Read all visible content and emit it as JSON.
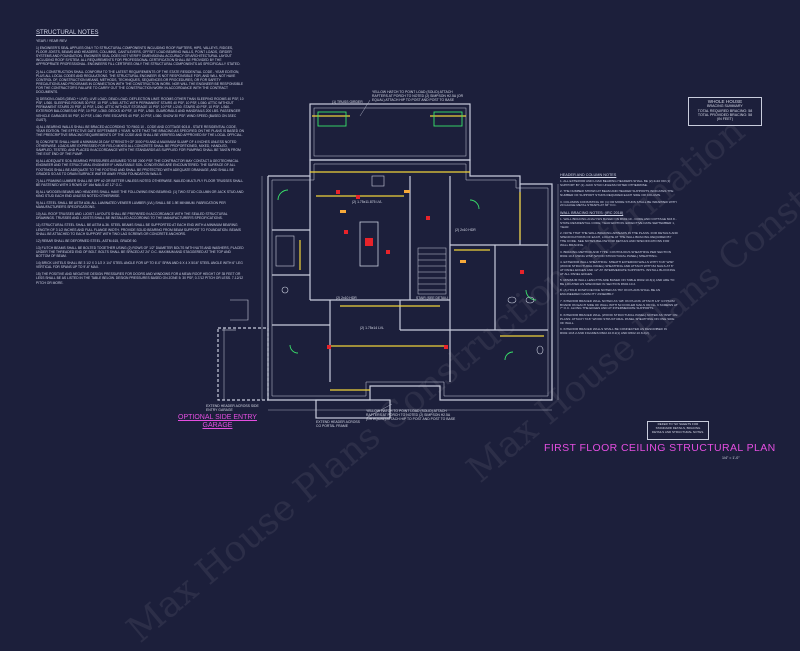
{
  "notes": {
    "title": "STRUCTURAL NOTES",
    "subtitle": "YEAR / YEAR REV",
    "paragraphs": [
      "1) ENGINEER'S SEAL APPLIES ONLY TO STRUCTURAL COMPONENTS INCLUDING ROOF RAFTERS, HIPS, VALLEYS, RIDGES, FLOOR JOISTS, BEAMS AND HEADERS, COLUMNS, CANTILEVERS, OFFSET LOAD BEARING WALLS, POINT LOADS, GIRDER SYSTEMS AND FOUNDATION. ENGINEER SEAL DOES NOT VERIFY DIMENSIONAL ACCURACY OR ARCHITECTURAL LAYOUT INCLUDING ROOF SYSTEM. ALL REQUIREMENTS FOR PROFESSIONAL CERTIFICATION SHALL BE PROVIDED BY THE APPROPRIATE PROFESSIONAL. ENGINEERS FILL CERTIFIES ONLY THE STRUCTURAL COMPONENTS AS SPECIFICALLY STATED.",
      "2) ALL CONSTRUCTION SHALL CONFORM TO THE LATEST REQUIREMENTS OF THE STATE RESIDENTIAL CODE - YEAR EDITION, PLUS ALL LOCAL CODES AND REGULATIONS. THE STRUCTURAL ENGINEER IS NOT RESPONSIBLE FOR, AND WILL NOT HAVE CONTROL OF, CONSTRUCTION MEANS, METHODS, TECHNIQUES, SEQUENCES OR PROCEDURES, OR FOR SAFETY PRECAUTIONS AND PROGRAMS IN CONNECTION WITH THE CONSTRUCTION WORK. NOR WILL THE ENGINEER BE RESPONSIBLE FOR THE CONTRACTOR'S FAILURE TO CARRY OUT THE CONSTRUCTION WORK IN ACCORDANCE WITH THE CONTRACT DOCUMENTS.",
      "3) DESIGN LOADS (DEAD + LIVE): LIVE LOAD, DEAD LOAD, DEFLECTION LIMIT. ROOMS OTHER THAN SLEEPING ROOMS 40 PSF, 10 PSF, L/360. SLEEPING ROOMS 30 PSF, 10 PSF, L/360. ATTIC WITH PERMANENT STAIRS 40 PSF, 10 PSF, L/360. ATTIC WITHOUT PERMANENT STAIRS 20 PSF, 10 PSF, L/240. ATTIC WITHOUT STORAGE 10 PSF, 10 PSF, L/240. STAIRS 40 PSF, 10 PSF, L/360. EXTERIOR BALCONIES 60 PSF, 10 PSF, L/360. DECKS 40 PSF, 10 PSF, L/360. GUARDRAILS AND HANDRAILS 200 LBS. PASSENGER VEHICLE GARAGES 50 PSF, 10 PSF, L/360. FIRE ESCAPES 40 PSF, 10 PSF, L/360. SNOW 30 PSF. WIND SPEED (BASED ON 3SEC GUST).",
      "4) ALL BEARING WALLS SHALL BE BRACED ACCORDING TO R602.10 - CODE AND COTTAGE 603.8 - STATE RESIDENTIAL CODE, YEAR EDITION. THE EFFECTIVE DATE SEPTEMBER 1 YEAR. NOTE THAT THE BRACING AS SPECIFIED ON THE PLANS IS BASED ON THE PRESCRIPTIVE BRACING REQUIREMENTS OF THE CODE AND SHALL BE VERIFIED AND APPROVED BY THE LOCAL OFFICIAL.",
      "5) CONCRETE SHALL HAVE A MINIMUM 28 DAY STRENGTH OF 3000 PSI AND A MAXIMUM SLUMP OF 4 INCHES UNLESS NOTED OTHERWISE. LOADS ARE EXPRESSED FOR FIELD MIXED ALL CONCRETE SHALL BE PROPORTIONED, MIXED, HANDLED, SAMPLED, TESTED, AND PLACED IN ACCORDANCE WITH THE STANDARDS AS SUPPLIED FOR PUMPING SHALL BE TAKEN FROM THE EXIT END OF THE PUMP.",
      "6) ALL ADEQUATE SOIL BEARING PRESSURES ASSUMED TO BE 2000 PSF. THE CONTRACTOR MAY CONTACT A GEOTECHNICAL ENGINEER AND THE STRUCTURAL ENGINEER IF UNSUITABLE SOIL CONDITIONS ARE ENCOUNTERED. THE SURFACE OF ALL FOOTINGS SHALL BE ADEQUATE TO THE FOOTING AND SHALL BE PROTECTED WITH ADEQUATE DRAINAGE, AND SHALL BE GRADED SO AS TO DRAIN SURFACE WATER AWAY FROM FOUNDATION WALLS.",
      "7) ALL FRAMING LUMBER SHALL BE SPF #2 OR BETTER UNLESS NOTED OTHERWISE. NAILED MULTI-PLY FLOOR TRUSSES SHALL BE FASTENED WITH 3 ROWS OF 16d NAILS AT 12\" O.C.",
      "8) ALL WOODEN BEAMS AND HEADERS SHALL HAVE THE FOLLOWING END BEARING: (1) TWO STUD COLUMN OR JACK STUD AND KING STUD EACH END UNLESS NOTED OTHERWISE.",
      "9) ALL STEEL SHALL BE ASTM A36. ALL LAMINATED VENEER LUMBER (LVL) SHALL BE 1.9E MINIMUM. FABRICATION PER MANUFACTURER'S SPECIFICATIONS.",
      "10) ALL ROOF TRUSSES AND I-JOIST LAYOUTS SHALL BE PREPARED IN ACCORDANCE WITH THE SEALED STRUCTURAL DRAWINGS. TRUSSES AND I-JOISTS SHALL BE INSTALLED ACCORDING TO THE MANUFACTURER'S SPECIFICATIONS.",
      "11) STRUCTURAL STEEL SHALL BE ASTM A-36. STEEL BEAMS SHALL BE SUPPORTED AT EACH END WITH A MINIMUM BEARING LENGTH OF 3 1/2 INCHES AND FULL FLANGE WIDTH. PROVIDE SOLID BEARING FROM BEAM SUPPORT TO FOUNDATION. BEAMS SHALL BE ATTACHED TO EACH SUPPORT WITH TWO LAG SCREWS OR CONCRETE ANCHORS.",
      "12) REBAR SHALL BE DEFORMED STEEL, ASTM-615, GRADE 60.",
      "13) FLITCH BEAMS SHALL BE BOLTED TOGETHER USING (2) ROWS OF 1/2\" DIAMETER BOLTS WITH NUTS AND WASHERS, PLACED UNDER THE THREADED END OF BOLT. BOLTS SHALL BE SPACED AT 24\" O.C. MAXIMUM AND STAGGERED AT THE TOP AND BOTTOM OF BEAM.",
      "14) BRICK LINTELS SHALL BE 3 1/2 X 3 1/2 X 1/4\" STEEL ANGLE FOR UP TO 6'-0\" SPAN AND 6 X 4 X 5/16\" STEEL ANGLE WITH 6\" LEG VERTICAL FOR SPANS UP TO 9'-6\" MAX.",
      "15) THE POSITIVE AND NEGATIVE DESIGN PRESSURES FOR DOORS AND WINDOWS FOR A MEAN ROOF HEIGHT OF 35 FEET OR LESS SHALL BE AS LISTED IN THE TABLE BELOW. DESIGN PRESSURES BASED ON ZONE 5: 30 PSF, 0-7/12 PITCH OR LESS. 7-12/12 PITCH OR MORE."
    ]
  },
  "brace_box": {
    "title": "WHOLE HOUSE",
    "line2": "BRACING SUMMARY",
    "line3": "TOTAL REQUIRED BRACING: 58",
    "line4": "TOTAL PROVIDED BRACING: 58",
    "line5": "(IN FEET)"
  },
  "right_notes": [
    {
      "heading": "HEADER AND COLUMN NOTES",
      "items": [
        "1. ALL EXTERIOR AND LOAD BEARING HEADERS SHALL BE (2) 2x10 OR (1) SUPPORT BY (1) JACK STUD UNLESS NOTED OTHERWISE.",
        "2. THE NUMBER SHOWN AT BEAM AND HEADER SUPPORTS INDICATES THE NUMBER OF SUPPORT STUDS REQUIRED EACH SIDE OR COLUMN.",
        "3. COLUMNS CONSISTING OF (1) OR MORE STUDS SHALL BE WRAPPED WITH 20 GAUGE METAL STRAPS AT 36\" O.C."
      ]
    },
    {
      "heading": "WALL BRACING NOTES: (IRC 2018)",
      "items": [
        "1. WALL BRACING ANALYSIS BASED ON R602.10 - CODE AND COTTAGE 603.8 - STATE RESIDENTIAL CODE, YEAR EDITION. EFFECTIVE DATE SEPTEMBER 1, YEAR.",
        "2. NOTE THAT THE WALL BRACING APPEARS IN THE PLANS. FOR DETAILS AND SPECIFICATIONS OF EACH, LOCATE AT THE WALL BRACING REQUIRED BY THE CODE. SEE NOTES BELOW FOR DETAILS AND SPECIFICATIONS FOR WALL BRACING.",
        "3. BRACING METHOD AND TYPE: CONTINUOUS SHEATHING PER SECTION R602.10.3 USING WSP (WOOD STRUCTURAL PANEL) SHEATHING.",
        "4. EXTERIOR WALL SHEATHING: SHEATH EXTERIOR WALLS WITH 7/16\" WSP (WOOD STRUCTURAL PANEL) SHEATHING AND ATTACH WITH 8d NAILS AT 6\" AT PANEL EDGES AND 12\" AT INTERMEDIATE SUPPORTS. INSTALL BLOCKING AT ALL PANEL EDGES.",
        "5. MINIMUM WALL LENGTHS ARE BASED ON TABLE R602.10.3(1) AND ARE TO BE LOCATED AS SPECIFIED IN SECTION R602.10.2.",
        "6. (A) HOLD DOWN DEVICE NOTED AS 'HD' ON PLANS SHALL BE AN ENGINEERED CAPACITY ASSEMBLY.",
        "7. INTERIOR BRACED WALL NOTED AS 'GB' ON PLANS: ATTACH 1/2\" GYPSUM BOARD ON EACH SIDE OF WALL WITH 5d COOLER NAILS OR No. 6 SCREWS AT 7\" O.C. ALONG THE EDGES AND AT INTERMEDIATE SUPPORTS.",
        "8. INTERIOR BRACED WALL (WOOD STRUCTURAL PANEL) NOTED AS 'WSP' ON PLANS: ATTACH 7/16\" WOOD STRUCTURAL PANEL SHEATHING ON ONE SIDE OF WALL.",
        "9. INTERIOR BRACED WALLS SHALL BE CONNECTED AS DESCRIBED IN R602.10.8.2 AND FIGURES R602.10.8.2(1) AND R602.10.8.2(2)."
      ]
    }
  ],
  "ref_box": {
    "line1": "REFER TO 'S0' SHEETS FOR",
    "line2": "STANDARD DETAILS, BRACING",
    "line3": "DETAILS AND STRUCTURAL NOTES."
  },
  "plan_title": "FIRST FLOOR CEILING STRUCTURAL PLAN",
  "plan_scale": "1/4\" = 1'-0\"",
  "side_entry": {
    "line1": "OPTIONAL SIDE ENTRY",
    "line2": "GARAGE"
  },
  "callouts": {
    "top": "YELLOW HATCH TO POINT LOAD (SOLID) ATTACH RAFTERS AT PORCH TO NOTED (2) SIMPSON H2.5A (OR EQUAL) ATTACH HIP TO POST AND POST TO BASE",
    "bottom": "YELLOW HATCH TO POINT LOAD (SOLID) ATTACH RAFTERS AT PORCH TO NOTED (2) SIMPSON H2.5A (OR EQUAL) ATTACH HIP TO POST AND POST TO BASE",
    "garage_top": "(1) TRUSS GIRDER",
    "garage_bottom": "EXTEND HEADER ACROSS SIDE ENTRY GARAGE",
    "porch": "EXTEND HEADER ACROSS CO PORTAL FRAME",
    "kitchen": "(2) 1.75x11.875 LVL",
    "dining": "(2) 2x10 HDR",
    "great": "(2) 1.75x14 LVL",
    "hall": "(2) 2x10 HDR",
    "stair": "STAIR (SEE DETAIL)"
  },
  "watermark": "Max House Plans Construction Information",
  "colors": {
    "background": "#1c1f3b",
    "wall": "#c8ccdc",
    "beam": "#f0d23a",
    "post": "#e8232a",
    "door": "#39e36b",
    "title": "#e44ee0",
    "header_mark": "#f7a93a"
  }
}
